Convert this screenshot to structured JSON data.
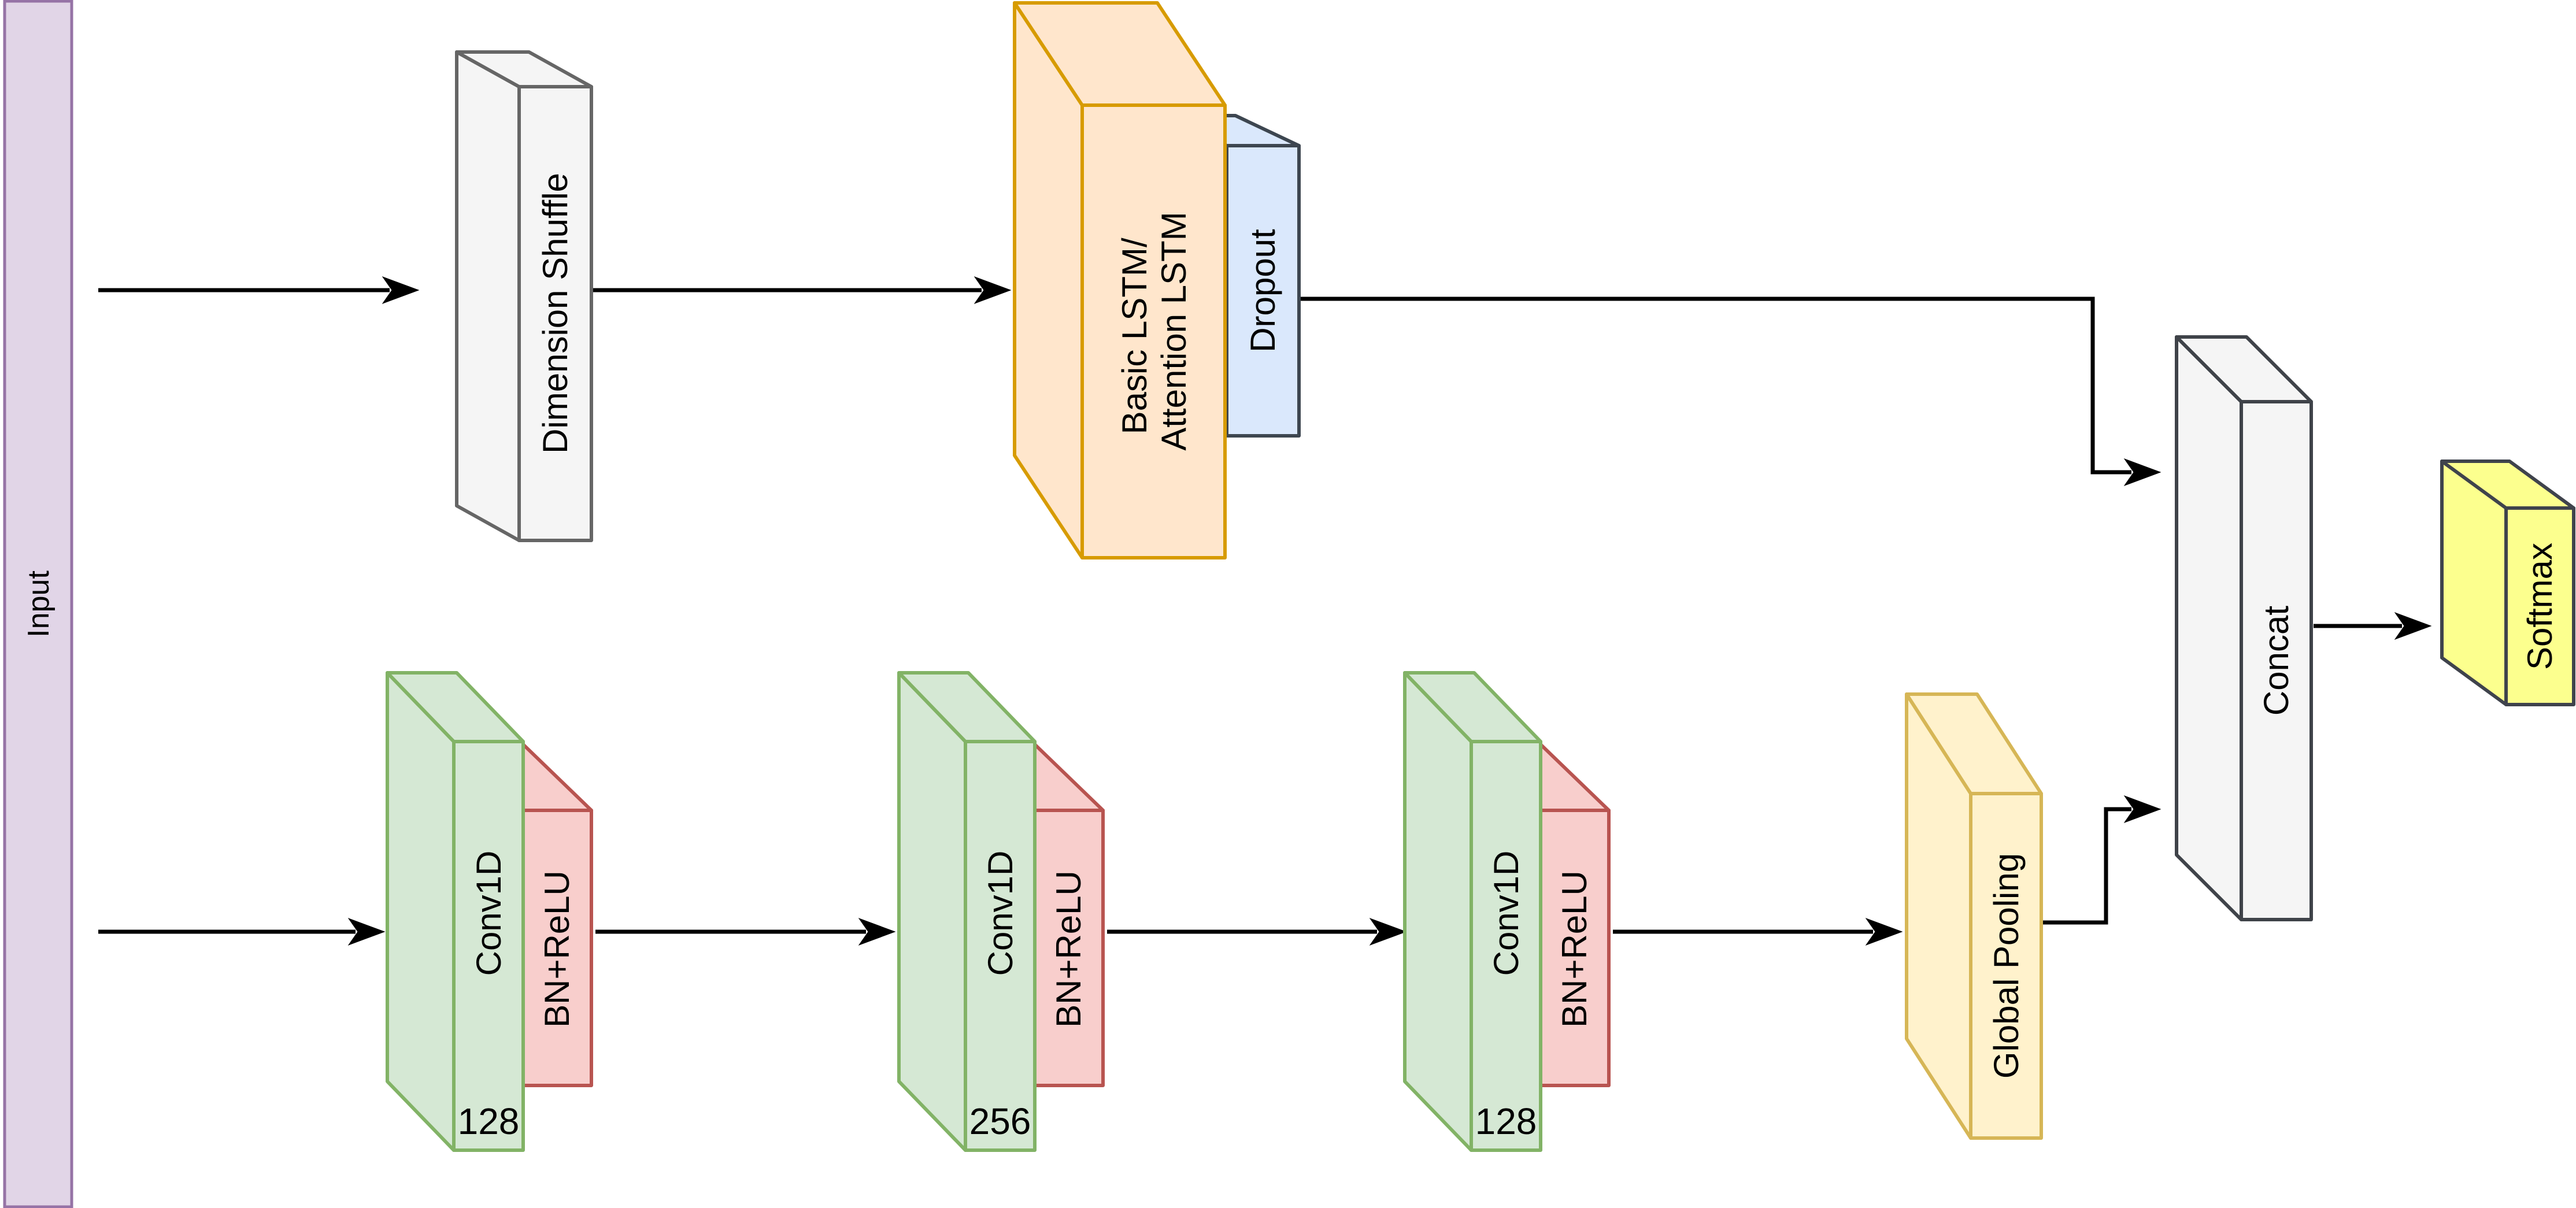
{
  "diagram": {
    "input": {
      "label": "Input"
    },
    "nodes": {
      "dimension_shuffle": {
        "label": "Dimension Shuffle"
      },
      "lstm": {
        "label_line1": "Basic LSTM/",
        "label_line2": "Attention LSTM"
      },
      "dropout": {
        "label": "Dropout"
      },
      "conv_block_1": {
        "label": "Conv1D",
        "filters": "128",
        "bn_label": "BN+ReLU"
      },
      "conv_block_2": {
        "label": "Conv1D",
        "filters": "256",
        "bn_label": "BN+ReLU"
      },
      "conv_block_3": {
        "label": "Conv1D",
        "filters": "128",
        "bn_label": "BN+ReLU"
      },
      "global_pooling": {
        "label": "Global Pooling"
      },
      "concat": {
        "label": "Concat"
      },
      "softmax": {
        "label": "Softmax"
      }
    },
    "edges": [
      {
        "from": "input",
        "to": "dimension_shuffle"
      },
      {
        "from": "dimension_shuffle",
        "to": "lstm"
      },
      {
        "from": "lstm_dropout",
        "to": "concat"
      },
      {
        "from": "input",
        "to": "conv_block_1"
      },
      {
        "from": "conv_block_1",
        "to": "conv_block_2"
      },
      {
        "from": "conv_block_2",
        "to": "conv_block_3"
      },
      {
        "from": "conv_block_3",
        "to": "global_pooling"
      },
      {
        "from": "global_pooling",
        "to": "concat"
      },
      {
        "from": "concat",
        "to": "softmax"
      }
    ],
    "palette": {
      "purple_fill": "#E1D5E7",
      "purple_stroke": "#9673A6",
      "gray_fill": "#F5F5F5",
      "gray_stroke": "#666666",
      "orange_fill": "#FFE6CC",
      "orange_stroke": "#D79B00",
      "blue_fill": "#DAE8FC",
      "blue_stroke": "#3D4650",
      "green_fill": "#D5E8D4",
      "green_stroke": "#82B366",
      "red_fill": "#F8CECC",
      "red_stroke": "#B85450",
      "tan_fill": "#FFF2CC",
      "tan_stroke": "#D6B656",
      "yellow_fill": "#FCFF8E",
      "yellow_stroke": "#3F434C",
      "dark_stroke": "#3F4349",
      "arrow": "#000000",
      "text": "#000000"
    }
  }
}
